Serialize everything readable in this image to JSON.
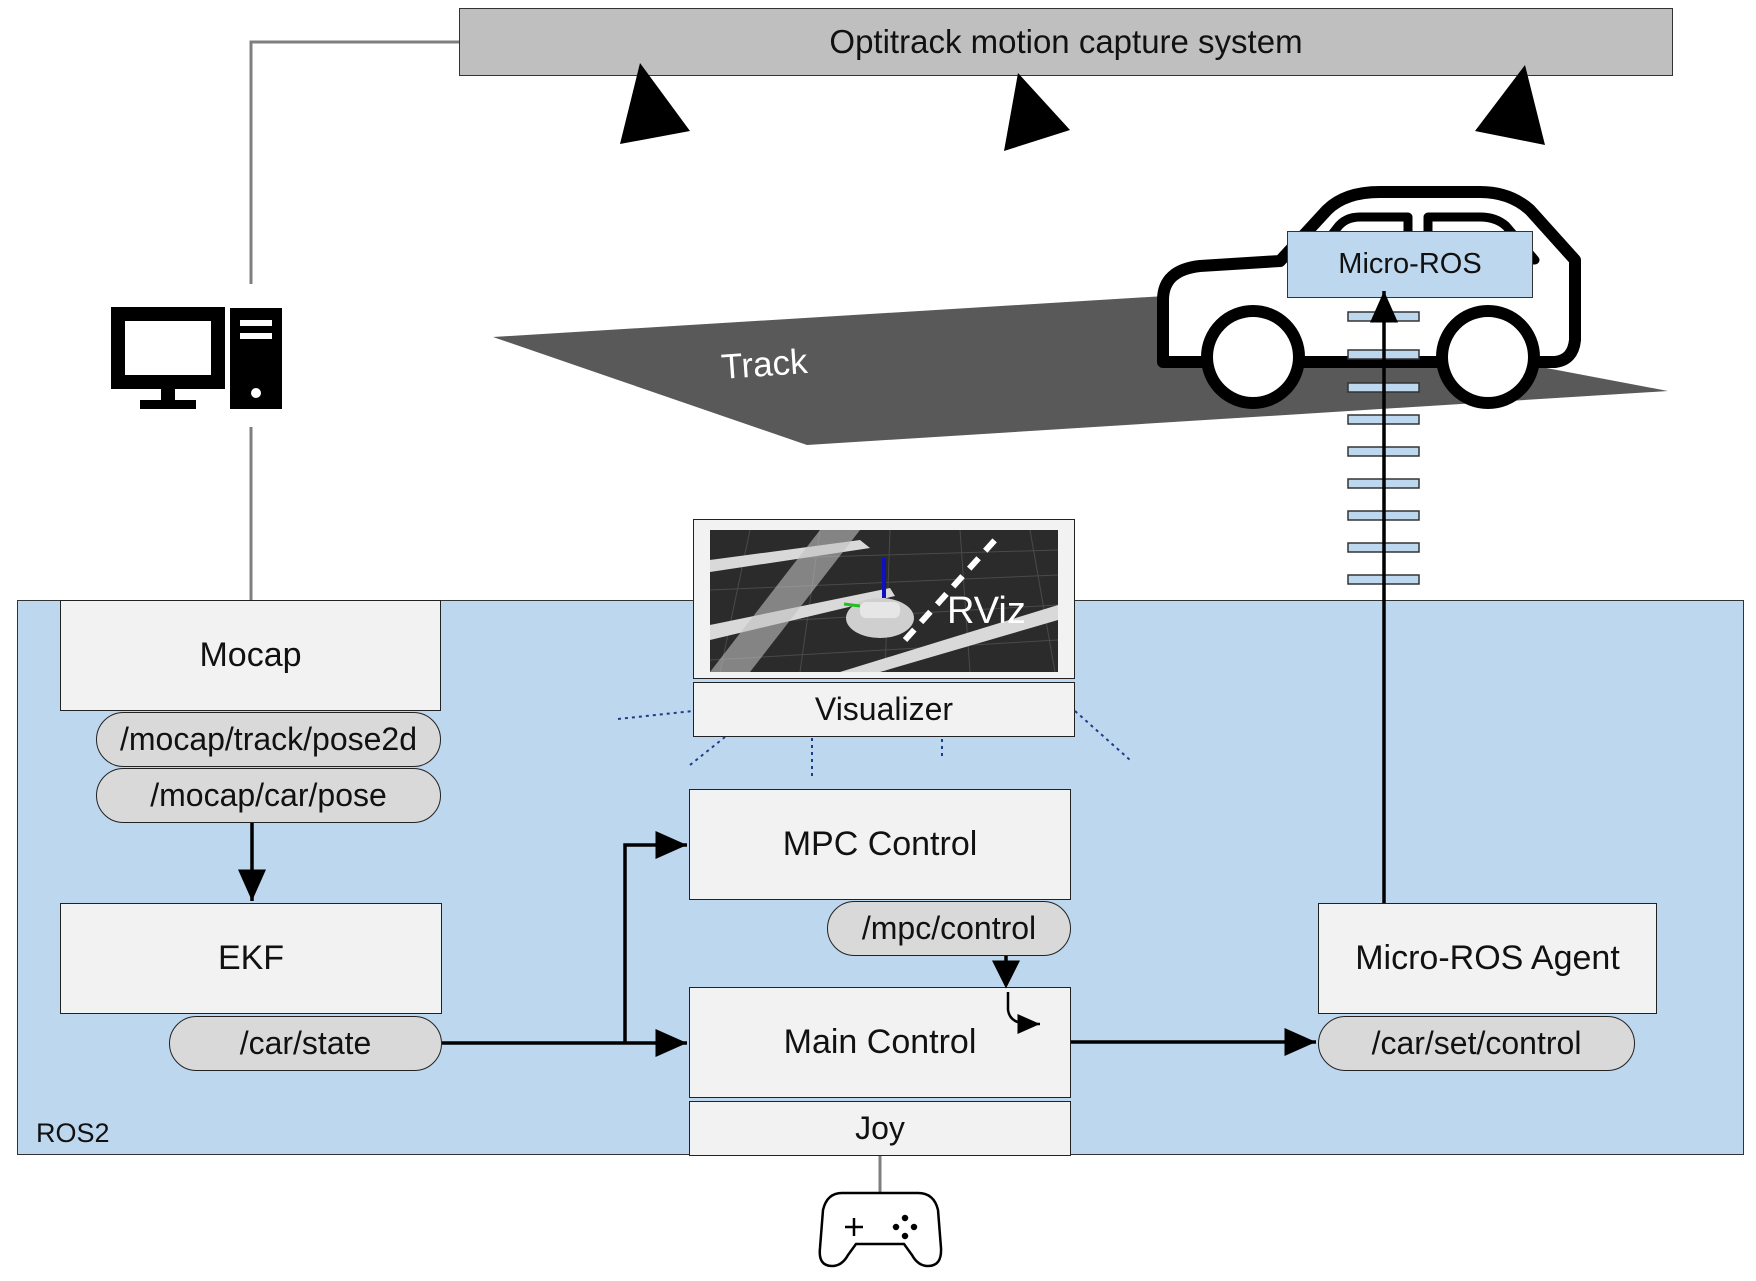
{
  "header": {
    "system_label": "Optitrack motion capture system"
  },
  "track": {
    "label": "Track"
  },
  "car": {
    "firmware_label": "Micro-ROS"
  },
  "ros": {
    "area_label": "ROS2",
    "nodes": {
      "mocap": "Mocap",
      "ekf": "EKF",
      "visualizer": "Visualizer",
      "mpc_control": "MPC Control",
      "main_control": "Main Control",
      "joy": "Joy",
      "micro_ros_agent": "Micro-ROS Agent"
    },
    "topics": {
      "track_pose": "/mocap/track/pose2d",
      "car_pose": "/mocap/car/pose",
      "car_state": "/car/state",
      "mpc_control": "/mpc/control",
      "car_set_control": "/car/set/control"
    }
  },
  "rviz": {
    "label": "RViz"
  },
  "icons": [
    "computer-icon",
    "camera-icon",
    "car-icon",
    "gamepad-icon",
    "wireless-link-icon"
  ],
  "colors": {
    "ros_area": "#bdd7ee",
    "node_fill": "#f2f2f2",
    "topic_fill": "#d9d9d9",
    "track": "#595959",
    "header_bar": "#bfbfbf"
  }
}
